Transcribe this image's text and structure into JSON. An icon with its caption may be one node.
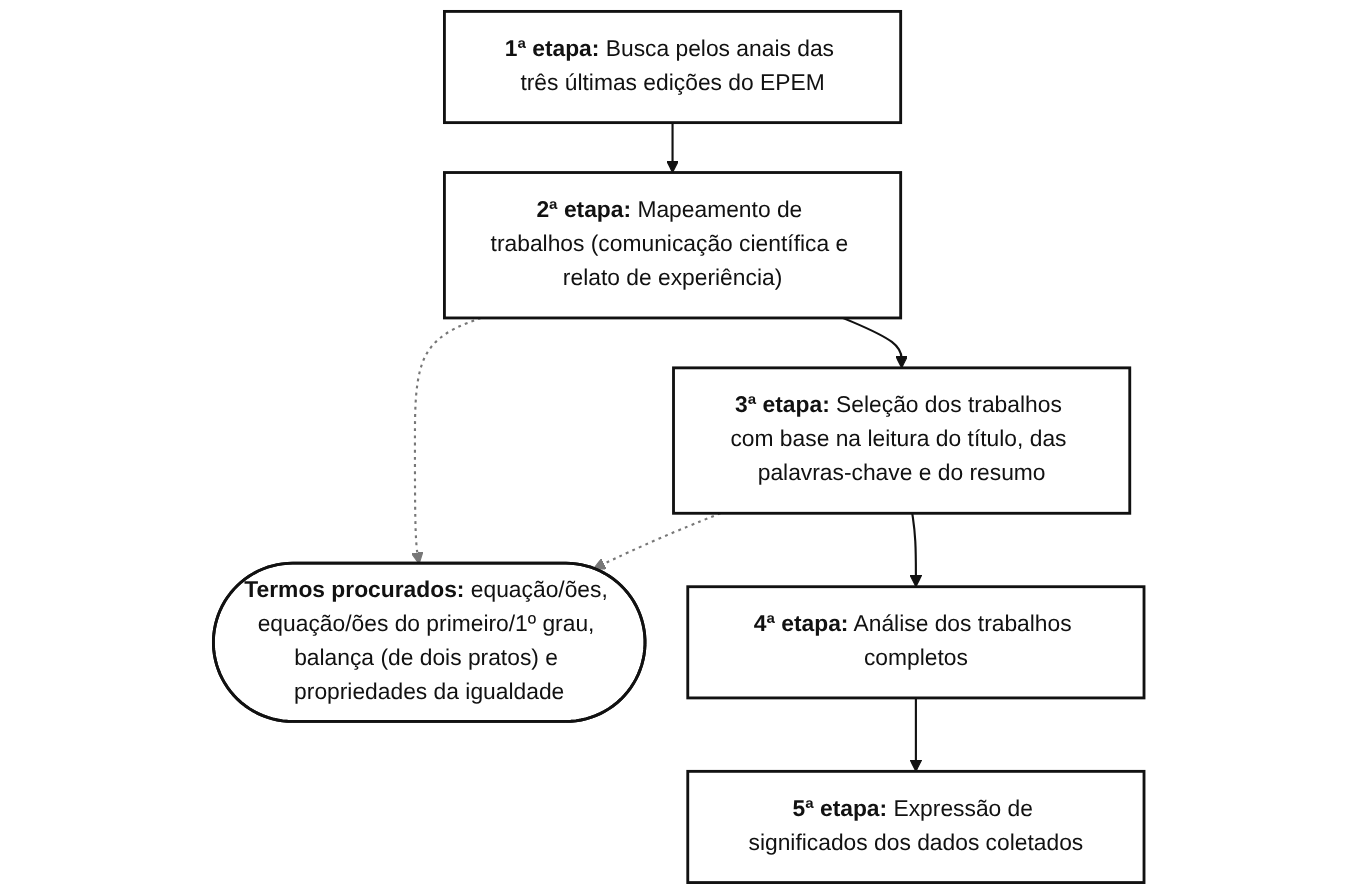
{
  "diagram": {
    "nodes": [
      {
        "text": [
          "**1ª etapa:** Busca pelos anais das três últimas edições do EPEM"
        ]
      },
      {
        "text": [
          "**2ª etapa:** Mapeamento de trabalhos (comunicação científica e relato de experiência)"
        ]
      },
      {
        "text": [
          "**Termos procurados:** equação/ões, equação/ões do primeiro/1º grau, balança (de dois pratos) e propriedades da igualdade"
        ]
      },
      {
        "text": [
          "**3ª etapa:** Seleção dos trabalhos com base na leitura do título, das palavras-chave e do resumo"
        ]
      },
      {
        "text": [
          "**4ª etapa:** Análise dos trabalhos completos"
        ]
      },
      {
        "text": [
          "**5ª etapa:** Expressão de significados dos dados coletados"
        ]
      }
    ],
    "edges": [
      {
        "from": 0,
        "to": 1,
        "arrow": "to"
      },
      {
        "from": 1,
        "to": 3,
        "arrow": "to"
      },
      {
        "from": 1,
        "to": 2,
        "arrow": "to",
        "style": "dashed",
        "color": "#777777"
      },
      {
        "from": 3,
        "to": 2,
        "arrow": "to",
        "style": "dashed",
        "color": "#777777"
      },
      {
        "from": 3,
        "to": 4,
        "arrow": "to"
      },
      {
        "from": 4,
        "to": 5,
        "arrow": "to"
      }
    ]
  }
}
